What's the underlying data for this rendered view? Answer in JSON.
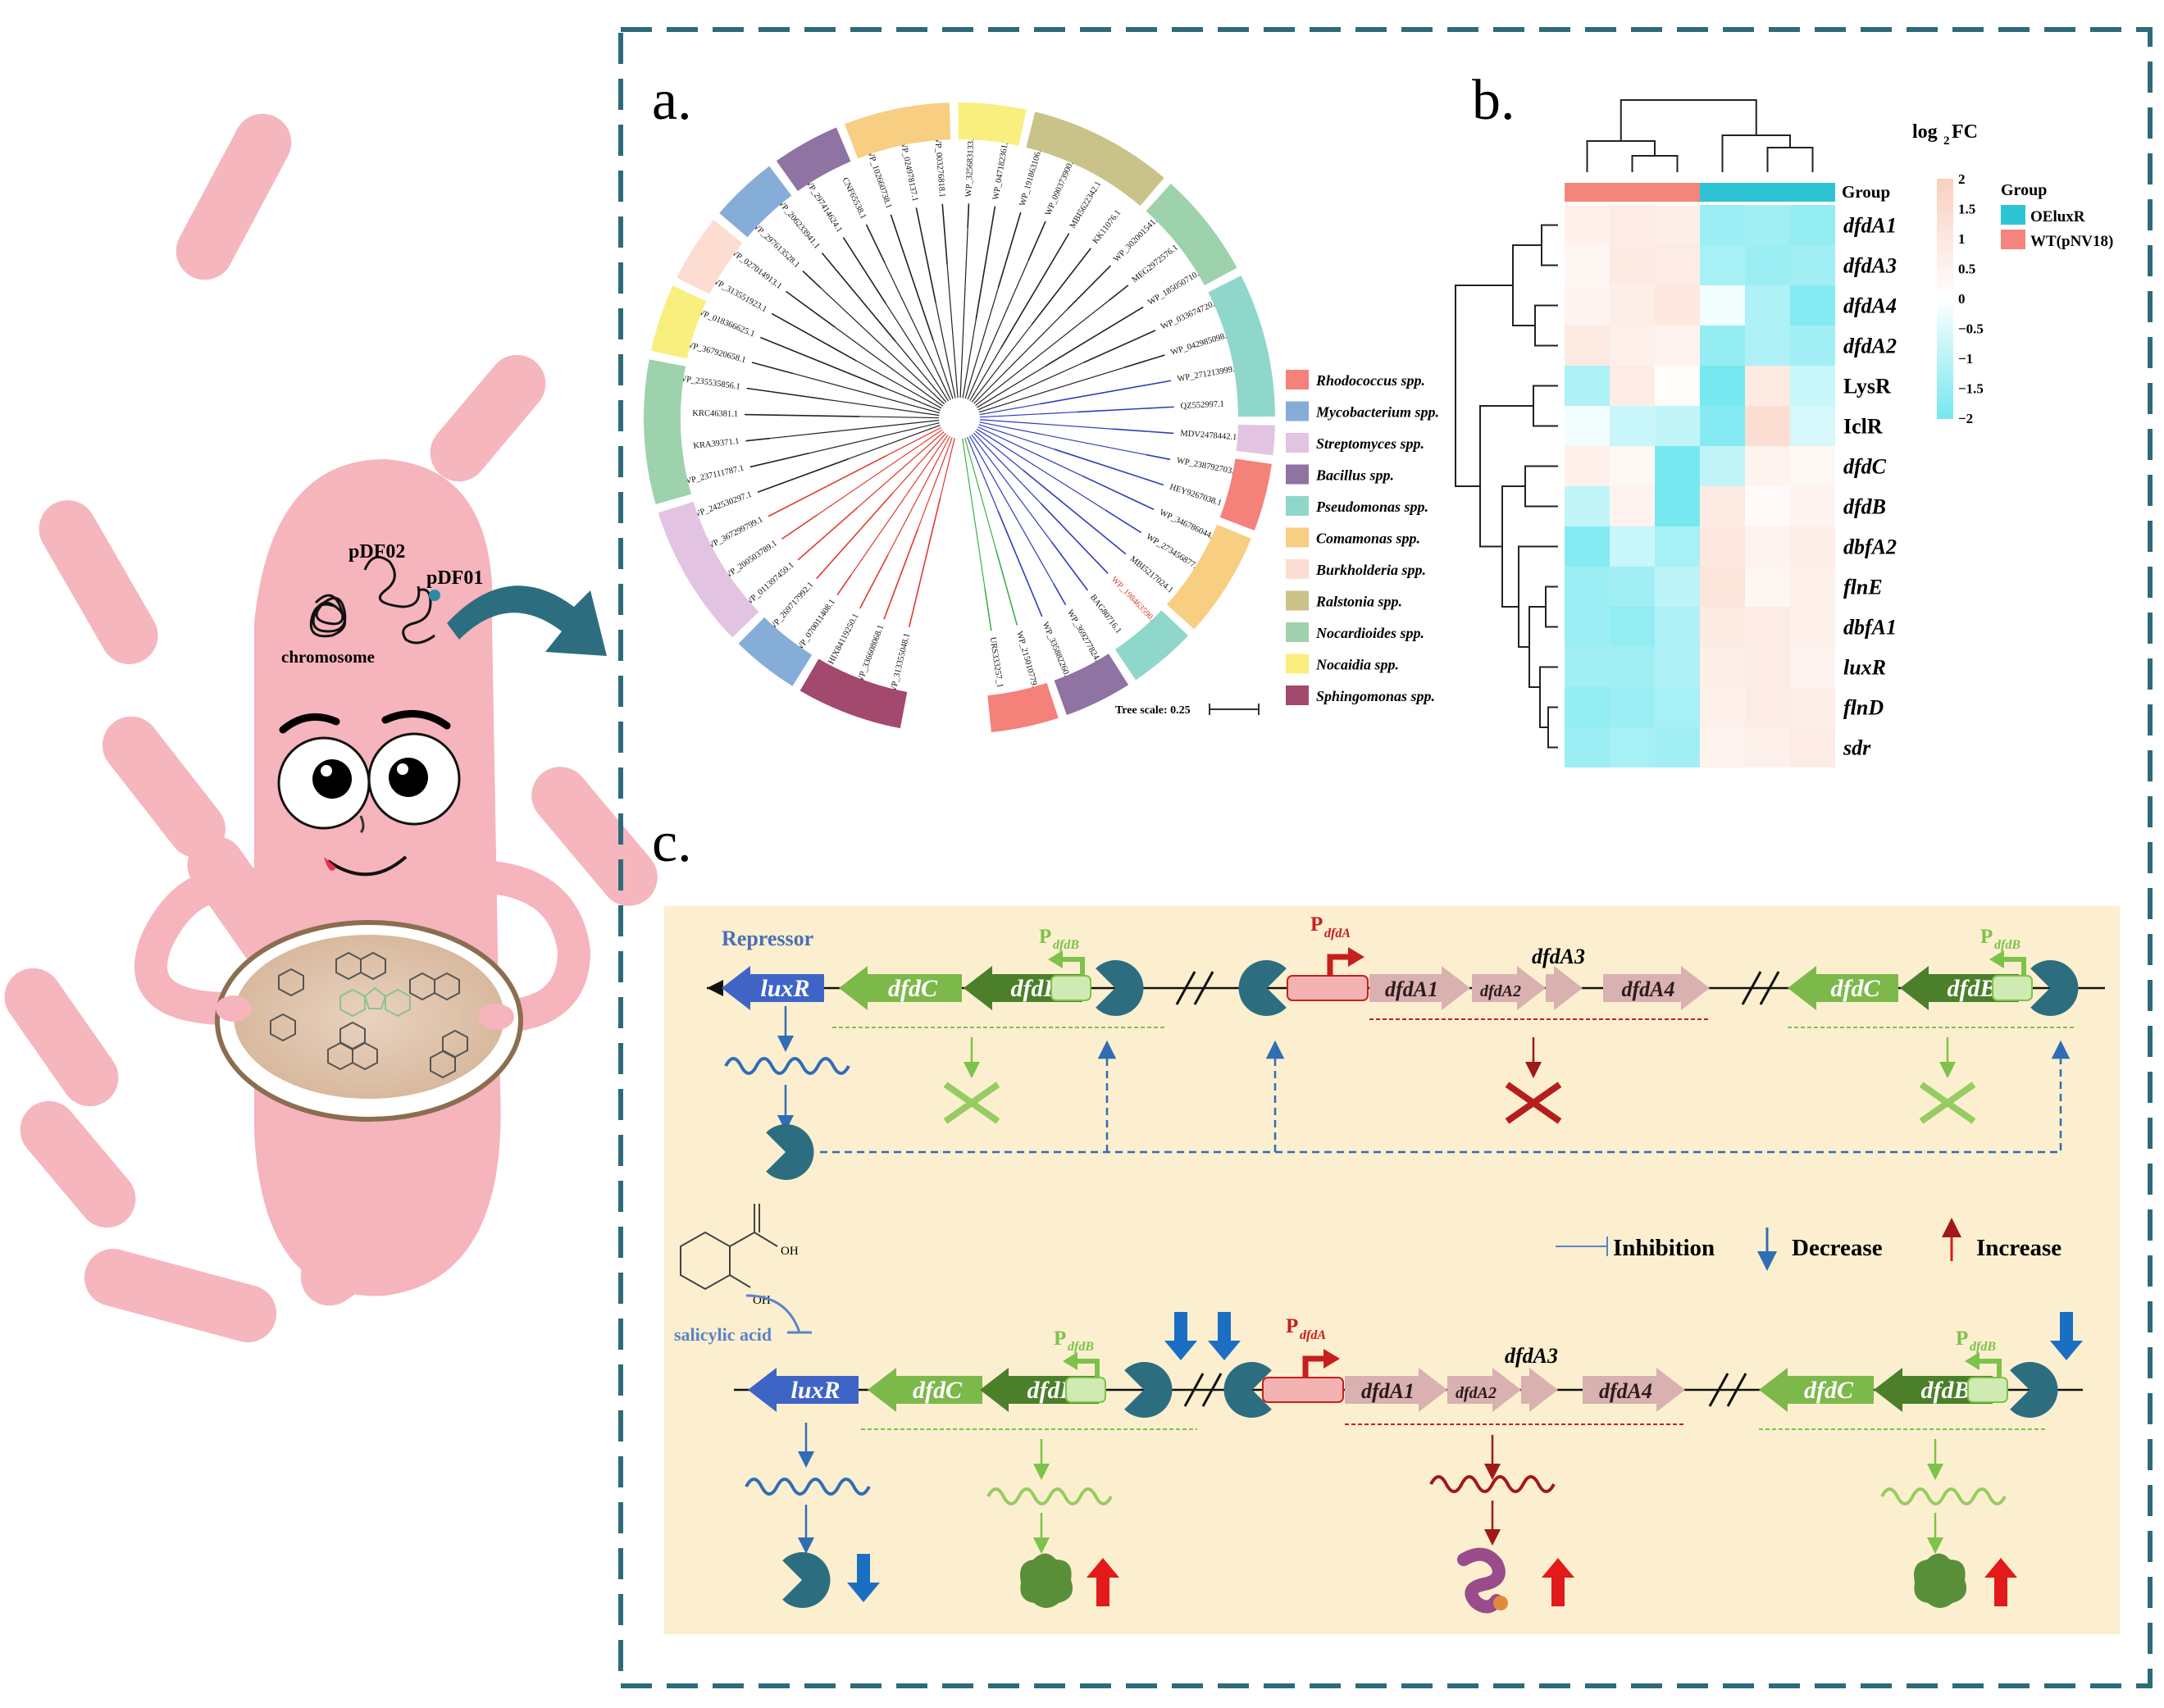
{
  "bacterium": {
    "plasmid_labels": [
      "pDF02",
      "pDF01"
    ],
    "chromosome_label": "chromosome"
  },
  "panel_labels": {
    "a": "a.",
    "b": "b.",
    "c": "c."
  },
  "panel_a": {
    "tree_scale": "Tree scale: 0.25",
    "taxa": [
      "WP_313355048.1",
      "WP_336608068.1",
      "HIX84119250.1",
      "WP_070011408.1",
      "WP_269717992.1",
      "WP_011397459.1",
      "WP_200503789.1",
      "WP_367299799.1",
      "WP_242530297.1",
      "WP_237111787.1",
      "KRA39371.1",
      "KRC46381.1",
      "WP_235535856.1",
      "WP_367920658.1",
      "WP_018366625.1",
      "WP_313551923.1",
      "WP_027014913.1",
      "WP_297613528.1",
      "WP_206233941.1",
      "WP_297414624.1",
      "CNF65538.1",
      "WP_102660738.1",
      "WP_024978137.1",
      "WP_003276818.1",
      "WP_325683133.1",
      "WP_047182361.1",
      "WP_191863106.1",
      "WP_090373900.1",
      "MBI5622342.1",
      "KK11076.1",
      "WP_302001541.1",
      "MEG2972576.1",
      "WP_185050710.1",
      "WP_033674720.1",
      "WP_042985098.1",
      "WP_271213999.1",
      "QZ552997.1",
      "MDV2478442.1",
      "WP_238792703.1",
      "HEY9267038.1",
      "WP_346786044.1",
      "WP_273456877.1",
      "MBI5217024.1",
      "WP_198463590.1",
      "BAG80716.1",
      "WP_369277824.1",
      "WP_335882260.1",
      "WP_215010779.1",
      "URS333257_1"
    ],
    "highlight_taxon": "WP_198463590.1",
    "legend": [
      {
        "label": "Rhodococcus spp.",
        "color": "#F4817A"
      },
      {
        "label": "Mycobacterium spp.",
        "color": "#86ADD7"
      },
      {
        "label": "Streptomyces spp.",
        "color": "#E3C3E2"
      },
      {
        "label": "Bacillus spp.",
        "color": "#8E73A3"
      },
      {
        "label": "Pseudomonas spp.",
        "color": "#8FD7CB"
      },
      {
        "label": "Comamonas spp.",
        "color": "#F7CE82"
      },
      {
        "label": "Burkholderia spp.",
        "color": "#FDDDD2"
      },
      {
        "label": "Ralstonia spp.",
        "color": "#C9C389"
      },
      {
        "label": "Nocardioides spp.",
        "color": "#9ED2AC"
      },
      {
        "label": "Nocaidia spp.",
        "color": "#F8EF7E"
      },
      {
        "label": "Sphingomonas spp.",
        "color": "#A3496E"
      }
    ]
  },
  "panel_b": {
    "chart_data": {
      "type": "heatmap",
      "rows": [
        "dfdA1",
        "dfdA3",
        "dfdA4",
        "dfdA2",
        "LysR",
        "IclR",
        "dfdC",
        "dfdB",
        "dbfA2",
        "flnE",
        "dbfA1",
        "luxR",
        "flnD",
        "sdr"
      ],
      "column_groups": [
        "WT(pNV18)",
        "WT(pNV18)",
        "WT(pNV18)",
        "OEluxR",
        "OEluxR",
        "OEluxR"
      ],
      "values": [
        [
          0.6,
          0.8,
          0.7,
          -1.5,
          -1.4,
          -1.6
        ],
        [
          0.4,
          0.9,
          0.8,
          -1.3,
          -1.5,
          -1.4
        ],
        [
          0.5,
          0.7,
          1.0,
          -0.2,
          -1.2,
          -1.8
        ],
        [
          0.9,
          0.6,
          0.5,
          -1.6,
          -1.2,
          -1.4
        ],
        [
          -1.2,
          0.8,
          0.1,
          -2.0,
          0.9,
          -0.8
        ],
        [
          -0.2,
          -0.8,
          -0.9,
          -1.8,
          1.4,
          -0.6
        ],
        [
          0.6,
          0.3,
          -2.0,
          -0.9,
          0.5,
          0.3
        ],
        [
          -0.9,
          0.5,
          -2.0,
          0.9,
          0.2,
          0.5
        ],
        [
          -1.8,
          -0.8,
          -1.3,
          1.0,
          0.5,
          0.7
        ],
        [
          -1.5,
          -1.4,
          -1.0,
          1.1,
          0.4,
          0.6
        ],
        [
          -1.5,
          -1.6,
          -1.2,
          0.9,
          0.8,
          0.6
        ],
        [
          -1.4,
          -1.4,
          -1.2,
          0.7,
          0.8,
          0.5
        ],
        [
          -1.6,
          -1.5,
          -1.3,
          0.6,
          0.8,
          0.7
        ],
        [
          -1.5,
          -1.3,
          -1.4,
          0.5,
          0.6,
          0.8
        ]
      ],
      "colorbar_title": "log2FC",
      "colorbar_ticks": [
        "2",
        "1.5",
        "1",
        "0.5",
        "0",
        "−0.5",
        "−1",
        "−1.5",
        "−2"
      ],
      "group_label": "Group",
      "legend_title": "Group",
      "legend": [
        {
          "label": "OEluxR",
          "color": "#2DC5D3"
        },
        {
          "label": "WT(pNV18)",
          "color": "#F3857D"
        }
      ]
    }
  },
  "panel_c": {
    "repressor": "Repressor",
    "genes": {
      "luxR": "luxR",
      "dfdC": "dfdC",
      "dfdB": "dfdB",
      "dfdA1": "dfdA1",
      "dfdA2": "dfdA2",
      "dfdA3": "dfdA3",
      "dfdA4": "dfdA4"
    },
    "promoter_main": "P",
    "promoter_sub_B": "dfdB",
    "promoter_sub_A": "dfdA",
    "legend": {
      "inhibition": "Inhibition",
      "decrease": "Decrease",
      "increase": "Increase"
    },
    "salicylic_acid": "salicylic acid",
    "molecule_labels": {
      "oh1": "OH",
      "oh2": "OH"
    }
  }
}
